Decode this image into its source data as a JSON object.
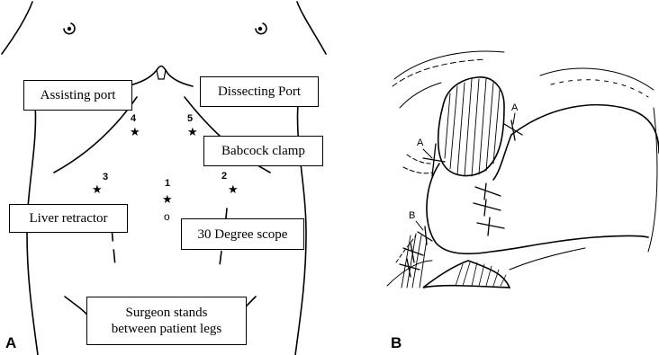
{
  "panel_a": {
    "letter": "A",
    "labels": {
      "assisting_port": "Assisting port",
      "dissecting_port": "Dissecting Port",
      "babcock_clamp": "Babcock clamp",
      "liver_retractor": "Liver retractor",
      "scope": "30 Degree scope",
      "surgeon_line1": "Surgeon stands",
      "surgeon_line2": "between patient legs"
    },
    "port_numbers": [
      "1",
      "2",
      "3",
      "4",
      "5"
    ],
    "star_glyph": "★",
    "scope_port_glyph": "o"
  },
  "panel_b": {
    "letter": "B",
    "stitch_labels": [
      "A",
      "A",
      "B"
    ]
  }
}
